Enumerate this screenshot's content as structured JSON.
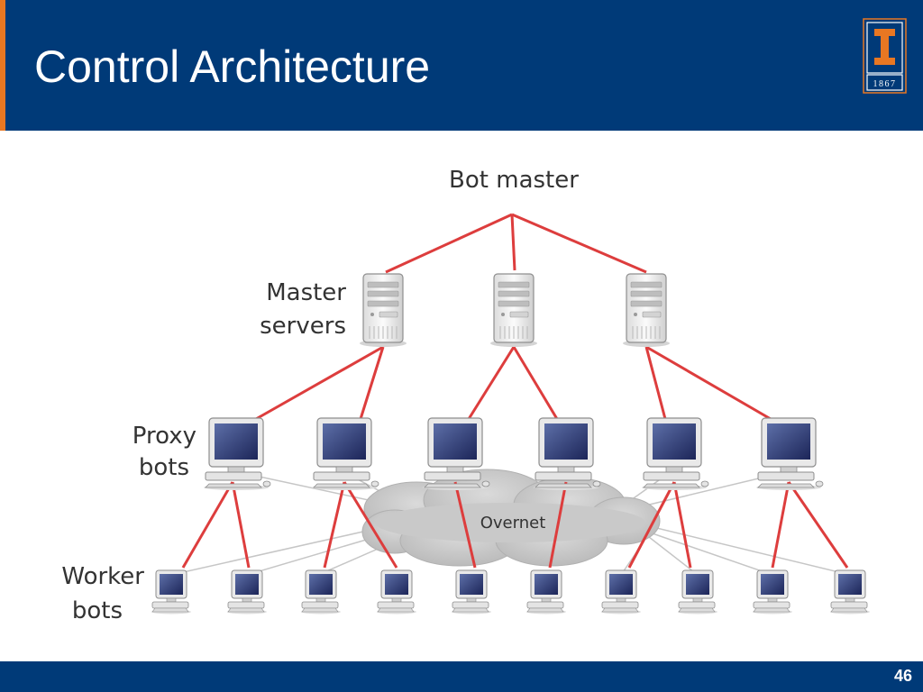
{
  "slide": {
    "title": "Control Architecture",
    "page_number": "46"
  },
  "logo": {
    "year": "1867",
    "accent_color": "#e87722"
  },
  "diagram": {
    "labels": {
      "bot_master": "Bot master",
      "master_servers_line1": "Master",
      "master_servers_line2": "servers",
      "proxy_bots_line1": "Proxy",
      "proxy_bots_line2": "bots",
      "worker_bots_line1": "Worker",
      "worker_bots_line2": "bots",
      "overnet": "Overnet"
    },
    "colors": {
      "header": "#003a78",
      "command_link": "#dd3d3d",
      "overnet_link": "#c6c6c6",
      "cloud": "#c9c9c9"
    }
  }
}
